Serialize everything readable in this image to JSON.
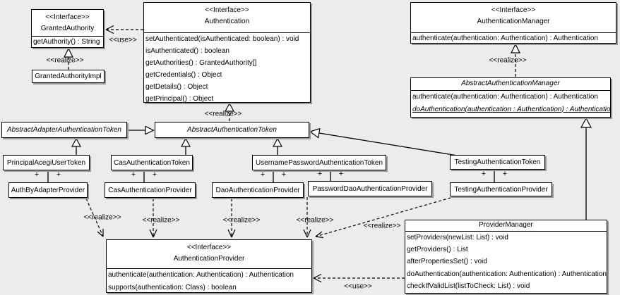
{
  "diagram": {
    "kind": "uml-class-diagram",
    "background_color": "#ececec",
    "box_fill": "#ffffff",
    "box_border_color": "#000000",
    "box_shadow_color": "#9a9a9a"
  },
  "labels": {
    "use": "<<use>>",
    "realize": "<<realize>>",
    "plus": "+",
    "interface_stereotype": "<<Interface>>"
  },
  "classes": {
    "granted_authority": {
      "stereotype": "<<Interface>>",
      "name": "GrantedAuthority",
      "methods": [
        "getAuthority() : String"
      ]
    },
    "granted_authority_impl": {
      "name": "GrantedAuthorityImpl"
    },
    "authentication": {
      "stereotype": "<<Interface>>",
      "name": "Authentication",
      "methods": [
        "setAuthenticated(isAuthenticated: boolean) : void",
        "isAuthenticated() : boolean",
        "getAuthorities() : GrantedAuthority[]",
        "getCredentials() : Object",
        "getDetails() : Object",
        "getPrincipal() : Object"
      ]
    },
    "authentication_manager": {
      "stereotype": "<<Interface>>",
      "name": "AuthenticationManager",
      "methods": [
        "authenticate(authentication: Authentication) : Authentication"
      ]
    },
    "abstract_authentication_manager": {
      "name": "AbstractAuthenticationManager",
      "methods": [
        "authenticate(authentication: Authentication) : Authentication",
        "doAuthentication(authentication : Authentication) : Authentication"
      ]
    },
    "abstract_adapter_authentication_token": {
      "name": "AbstractAdapterAuthenticationToken"
    },
    "abstract_authentication_token": {
      "name": "AbstractAuthenticationToken"
    },
    "principal_acegi_user_token": {
      "name": "PrincipalAcegiUserToken"
    },
    "cas_authentication_token": {
      "name": "CasAuthenticationToken"
    },
    "username_password_authentication_token": {
      "name": "UsernamePasswordAuthenticationToken"
    },
    "testing_authentication_token": {
      "name": "TestingAuthenticationToken"
    },
    "auth_by_adapter_provider": {
      "name": "AuthByAdapterProvider"
    },
    "cas_authentication_provider": {
      "name": "CasAuthenticationProvider"
    },
    "dao_authentication_provider": {
      "name": "DaoAuthenticationProvider"
    },
    "password_dao_authentication_provider": {
      "name": "PasswordDaoAuthenticationProvider"
    },
    "testing_authentication_provider": {
      "name": "TestingAuthenticationProvider"
    },
    "authentication_provider": {
      "stereotype": "<<Interface>>",
      "name": "AuthenticationProvider",
      "methods": [
        "authenticate(authentication: Authentication) : Authentication",
        "supports(authentication: Class) : boolean"
      ]
    },
    "provider_manager": {
      "name": "ProviderManager",
      "methods": [
        "setProviders(newList: List) : void",
        "getProviders() : List",
        "afterPropertiesSet() : void",
        "doAuthentication(authentication: Authentication) : Authentication",
        "checkIfValidList(listToCheck: List) : void"
      ]
    }
  }
}
